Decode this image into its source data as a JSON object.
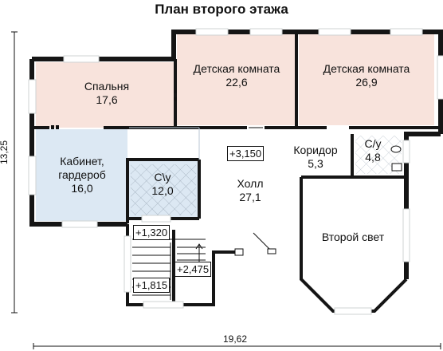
{
  "title": "План второго этажа",
  "dimensions": {
    "width": "19,62",
    "height": "13,25"
  },
  "rooms": [
    {
      "name": "Спальня",
      "area": "17,6"
    },
    {
      "name": "Детская комната",
      "area": "22,6"
    },
    {
      "name": "Детская комната",
      "area": "26,9"
    },
    {
      "name": "Кабинет,",
      "name2": "гардероб",
      "area": "16,0"
    },
    {
      "name": "С\\у",
      "area": "12,0"
    },
    {
      "name": "Холл",
      "area": "27,1"
    },
    {
      "name": "Коридор",
      "area": "5,3"
    },
    {
      "name": "С/у",
      "area": "4,8"
    },
    {
      "name": "Второй свет"
    }
  ],
  "levels": [
    "+3,150",
    "+1,320",
    "+2,475",
    "+1,815"
  ],
  "colors": {
    "pink": "#f8e3dc",
    "blue": "#dce8f3",
    "wall": "#151515",
    "window": "#cfd3d3"
  }
}
